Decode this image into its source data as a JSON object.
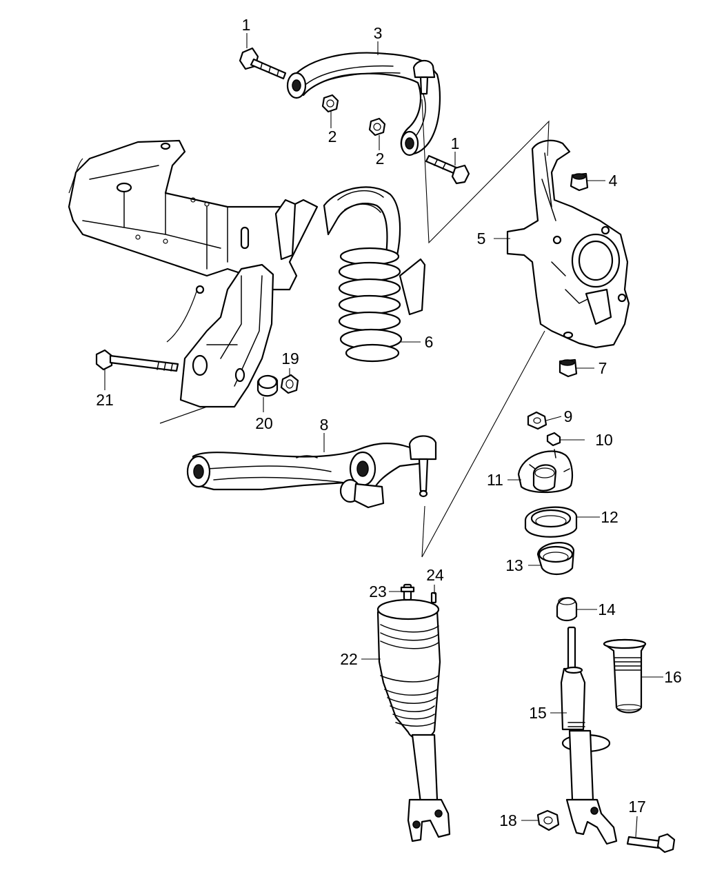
{
  "callouts": [
    "1",
    "2",
    "2",
    "1",
    "3",
    "4",
    "5",
    "6",
    "7",
    "8",
    "9",
    "10",
    "11",
    "12",
    "13",
    "14",
    "15",
    "16",
    "17",
    "18",
    "19",
    "20",
    "21",
    "22",
    "23",
    "24"
  ]
}
